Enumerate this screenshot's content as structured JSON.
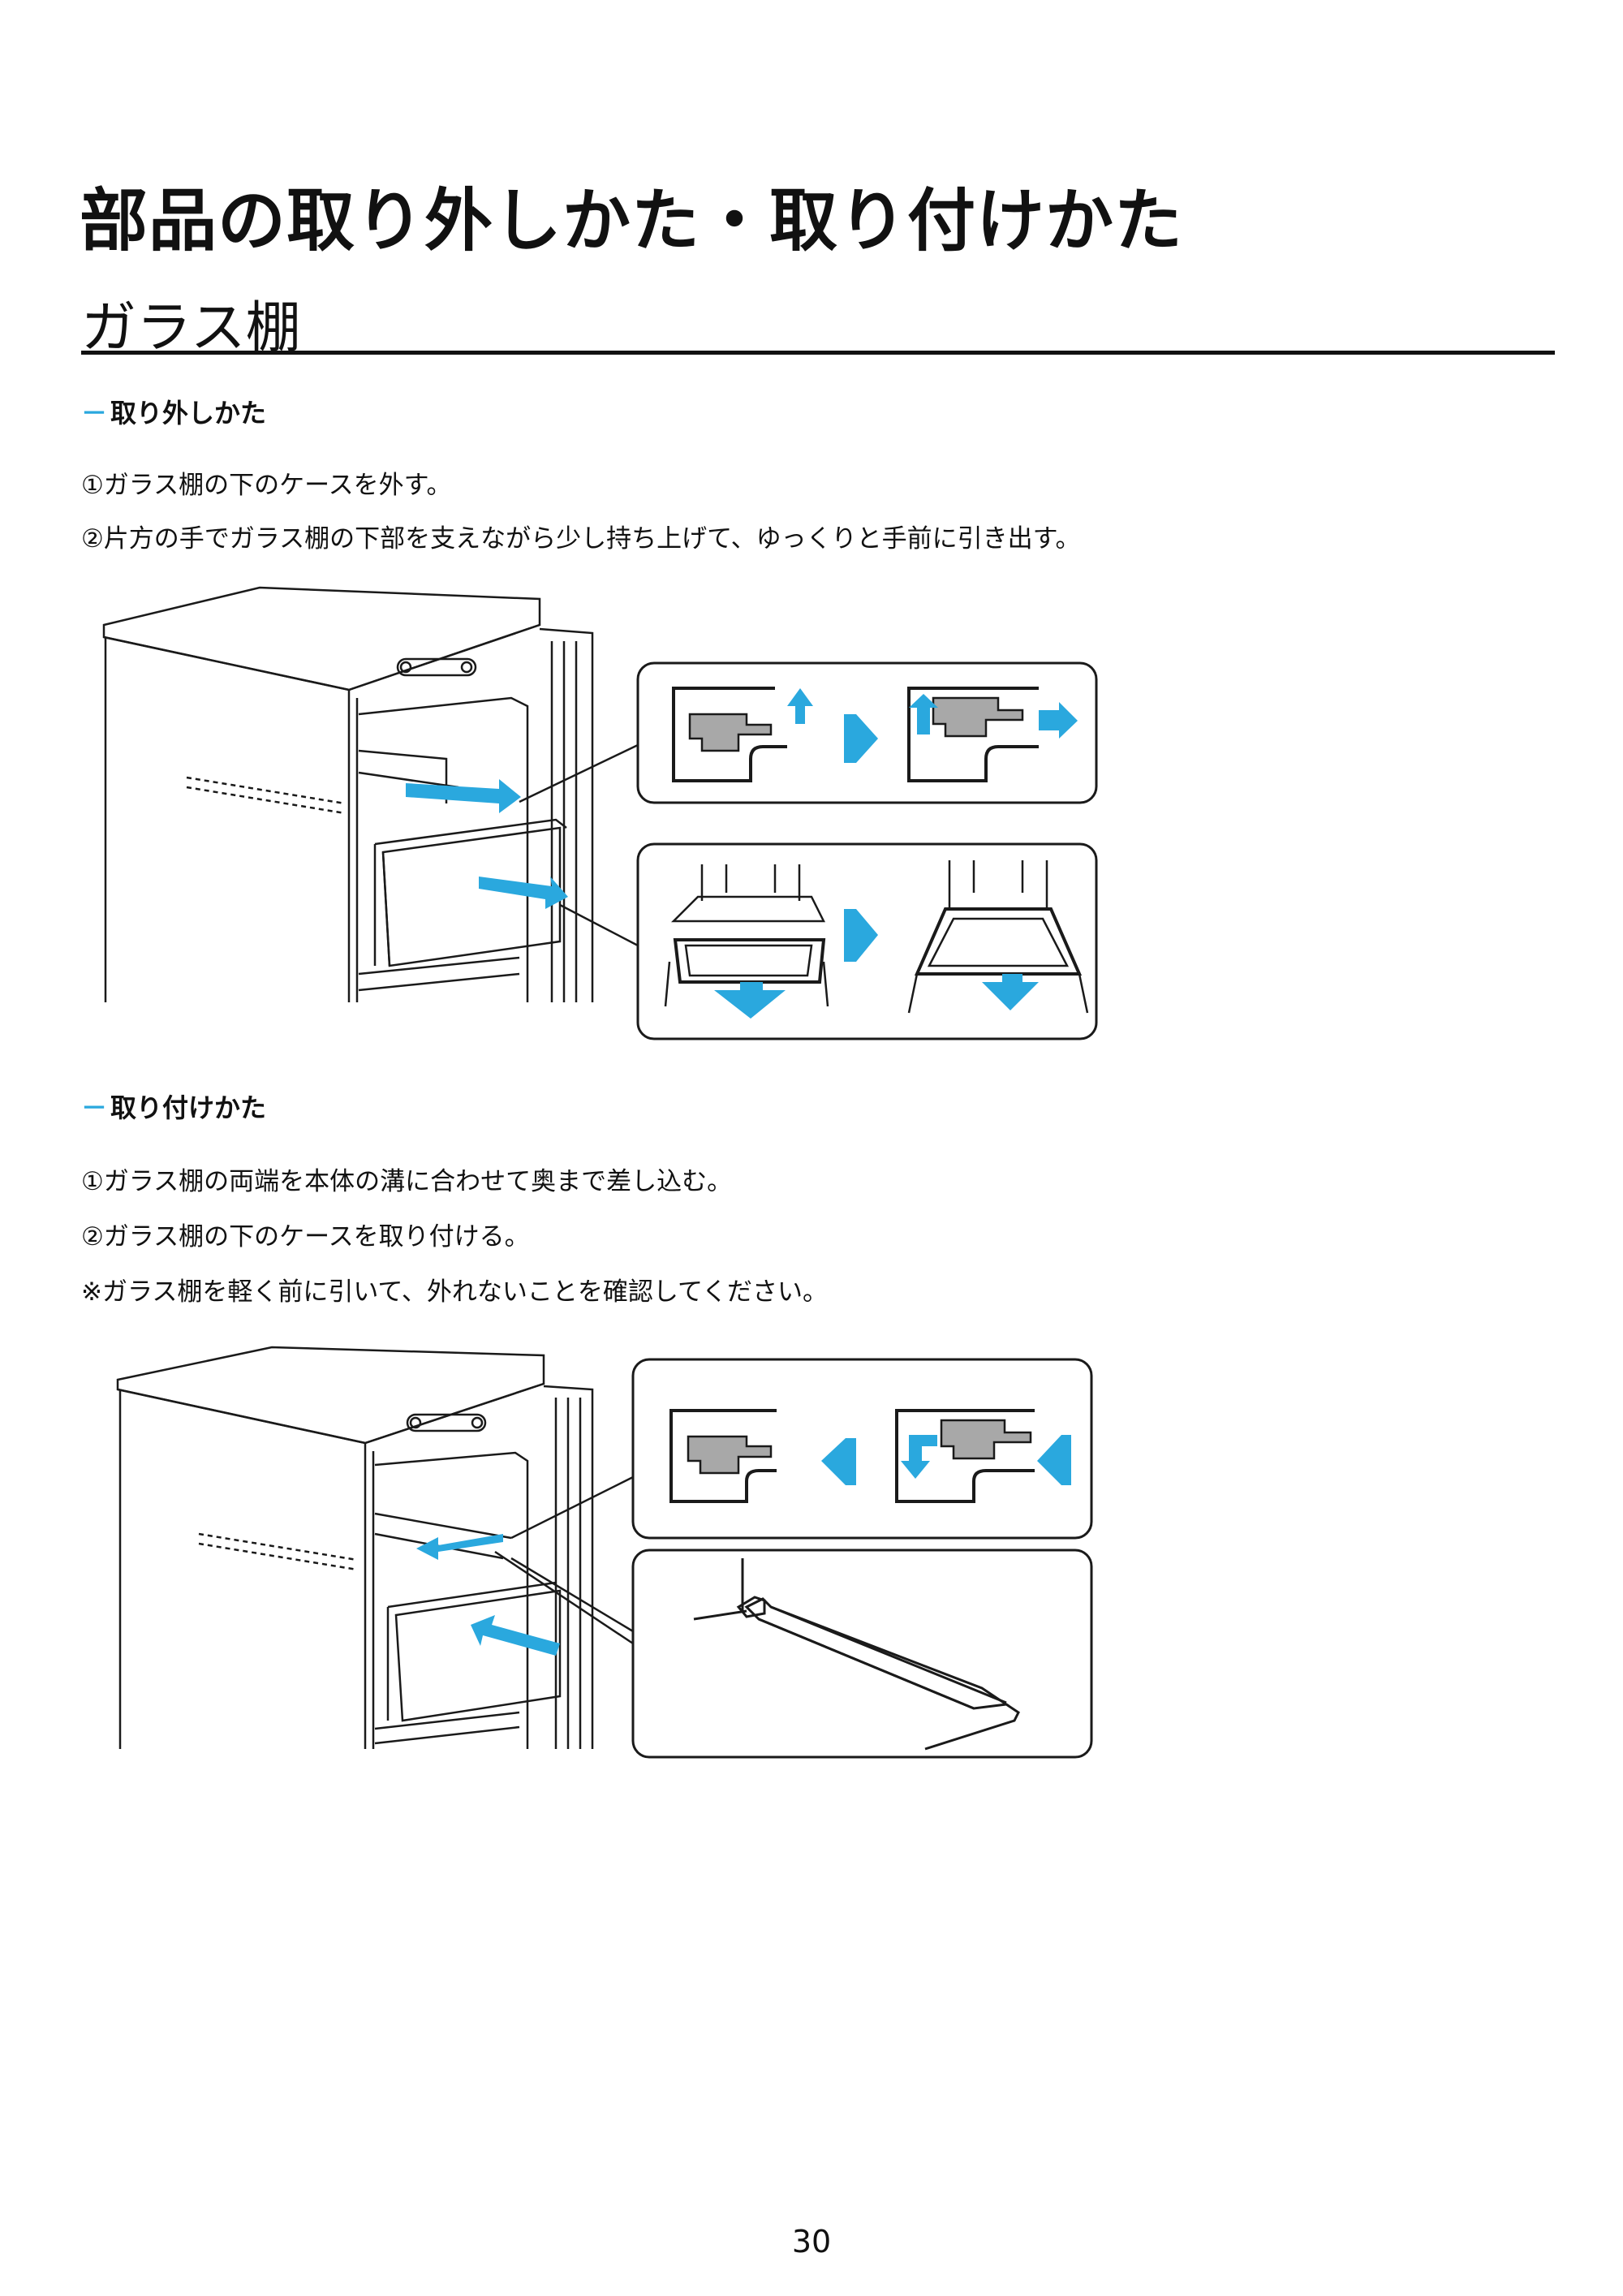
{
  "page": {
    "title": "部品の取り外しかた・取り付けかた",
    "section": "ガラス棚",
    "page_number": "30"
  },
  "removal": {
    "heading": "取り外しかた",
    "dash": "－",
    "steps": [
      "①ガラス棚の下のケースを外す。",
      "②片方の手でガラス棚の下部を支えながら少し持ち上げて、ゆっくりと手前に引き出す。"
    ]
  },
  "installation": {
    "heading": "取り付けかた",
    "dash": "－",
    "steps": [
      "①ガラス棚の両端を本体の溝に合わせて奥まで差し込む。",
      "②ガラス棚の下のケースを取り付ける。",
      "※ガラス棚を軽く前に引いて、外れないことを確認してください。"
    ]
  },
  "colors": {
    "accent": "#2aa8de",
    "line": "#1a1a1a",
    "part_gray": "#a8a8a8"
  }
}
